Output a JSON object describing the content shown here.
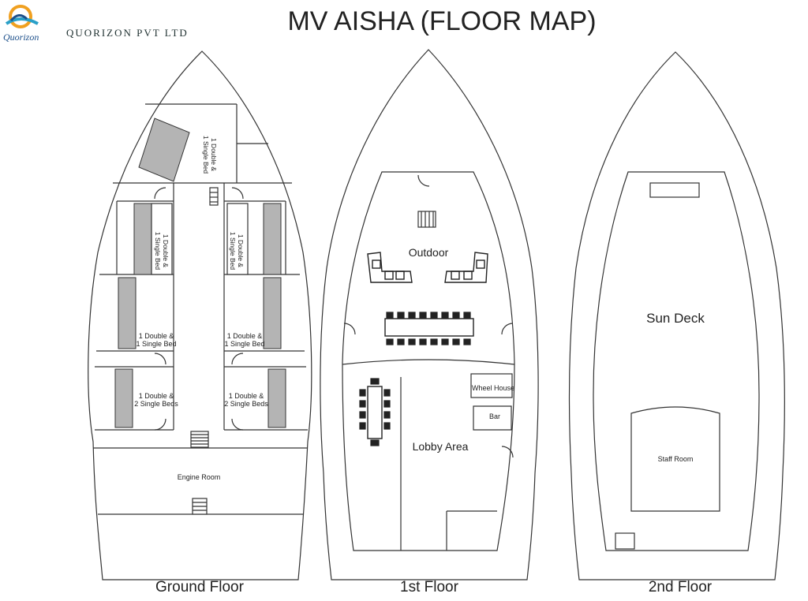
{
  "header": {
    "title": "MV AISHA (FLOOR MAP)",
    "company": "QUORIZON PVT LTD",
    "logo_text": "Quorizon"
  },
  "floors": {
    "ground": {
      "label": "Ground Floor",
      "rooms": {
        "bow_cabin": [
          "1 Double &",
          "1 Single Bed"
        ],
        "left_cabin_1": [
          "1 Double &",
          "1 Single Bed"
        ],
        "right_cabin_1": [
          "1 Double &",
          "1 Single Bed"
        ],
        "left_cabin_2": [
          "1 Double &",
          "1 Single Bed"
        ],
        "right_cabin_2": [
          "1 Double &",
          "1 Single Bed"
        ],
        "left_cabin_3": [
          "1 Double &",
          "2 Single Beds"
        ],
        "right_cabin_3": [
          "1 Double &",
          "2 Single Beds"
        ],
        "engine_room": "Engine Room"
      }
    },
    "first": {
      "label": "1st Floor",
      "areas": {
        "outdoor": "Outdoor",
        "wheel_house": "Wheel House",
        "bar": "Bar",
        "lobby": "Lobby Area"
      }
    },
    "second": {
      "label": "2nd Floor",
      "areas": {
        "sun_deck": "Sun Deck",
        "staff_room": "Staff Room"
      }
    }
  },
  "colors": {
    "line": "#333333",
    "bed_fill": "#b4b4b4",
    "logo_blue": "#1c4f8a",
    "logo_orange": "#f0a020",
    "logo_teal": "#2aa0c8"
  }
}
